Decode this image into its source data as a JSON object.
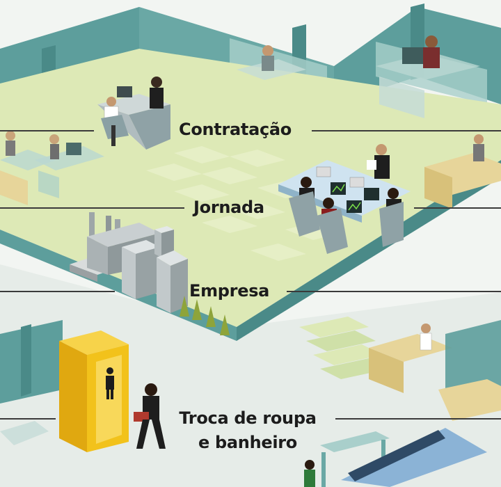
{
  "labels": {
    "contratacao": "Contratação",
    "jornada": "Jornada",
    "empresa": "Empresa",
    "troca_line1": "Troca de roupa",
    "troca_line2": "e banheiro"
  },
  "colors": {
    "floor": "#dde9b6",
    "floor_tile_light": "#e8f0c8",
    "wall_teal": "#5d9e9c",
    "wall_teal_light": "#7fb6b2",
    "glass": "#a9cfcb",
    "ground": "#e9eeea",
    "locker_yellow": "#f2c21b",
    "bus_blue": "#8bb3d6",
    "text": "#1c1c1c"
  },
  "icons": [
    "person-silhouette-icon"
  ]
}
